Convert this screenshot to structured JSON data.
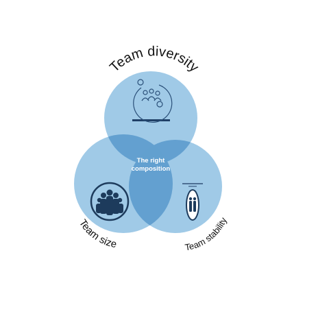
{
  "diagram": {
    "circles": [
      {
        "id": "diversity",
        "label": "Team diversity",
        "icon": "team-gears-icon"
      },
      {
        "id": "size",
        "label": "Team size",
        "icon": "group-people-icon"
      },
      {
        "id": "stability",
        "label": "Team stability",
        "icon": "team-oval-icon"
      }
    ],
    "center": {
      "line1": "The right",
      "line2": "composition"
    },
    "colors": {
      "fill": "#8fc1e3",
      "overlap": "#5fa2d1",
      "center_overlap": "#4a92c8",
      "icon_ink": "#1d3b5c",
      "label": "#111111"
    }
  }
}
